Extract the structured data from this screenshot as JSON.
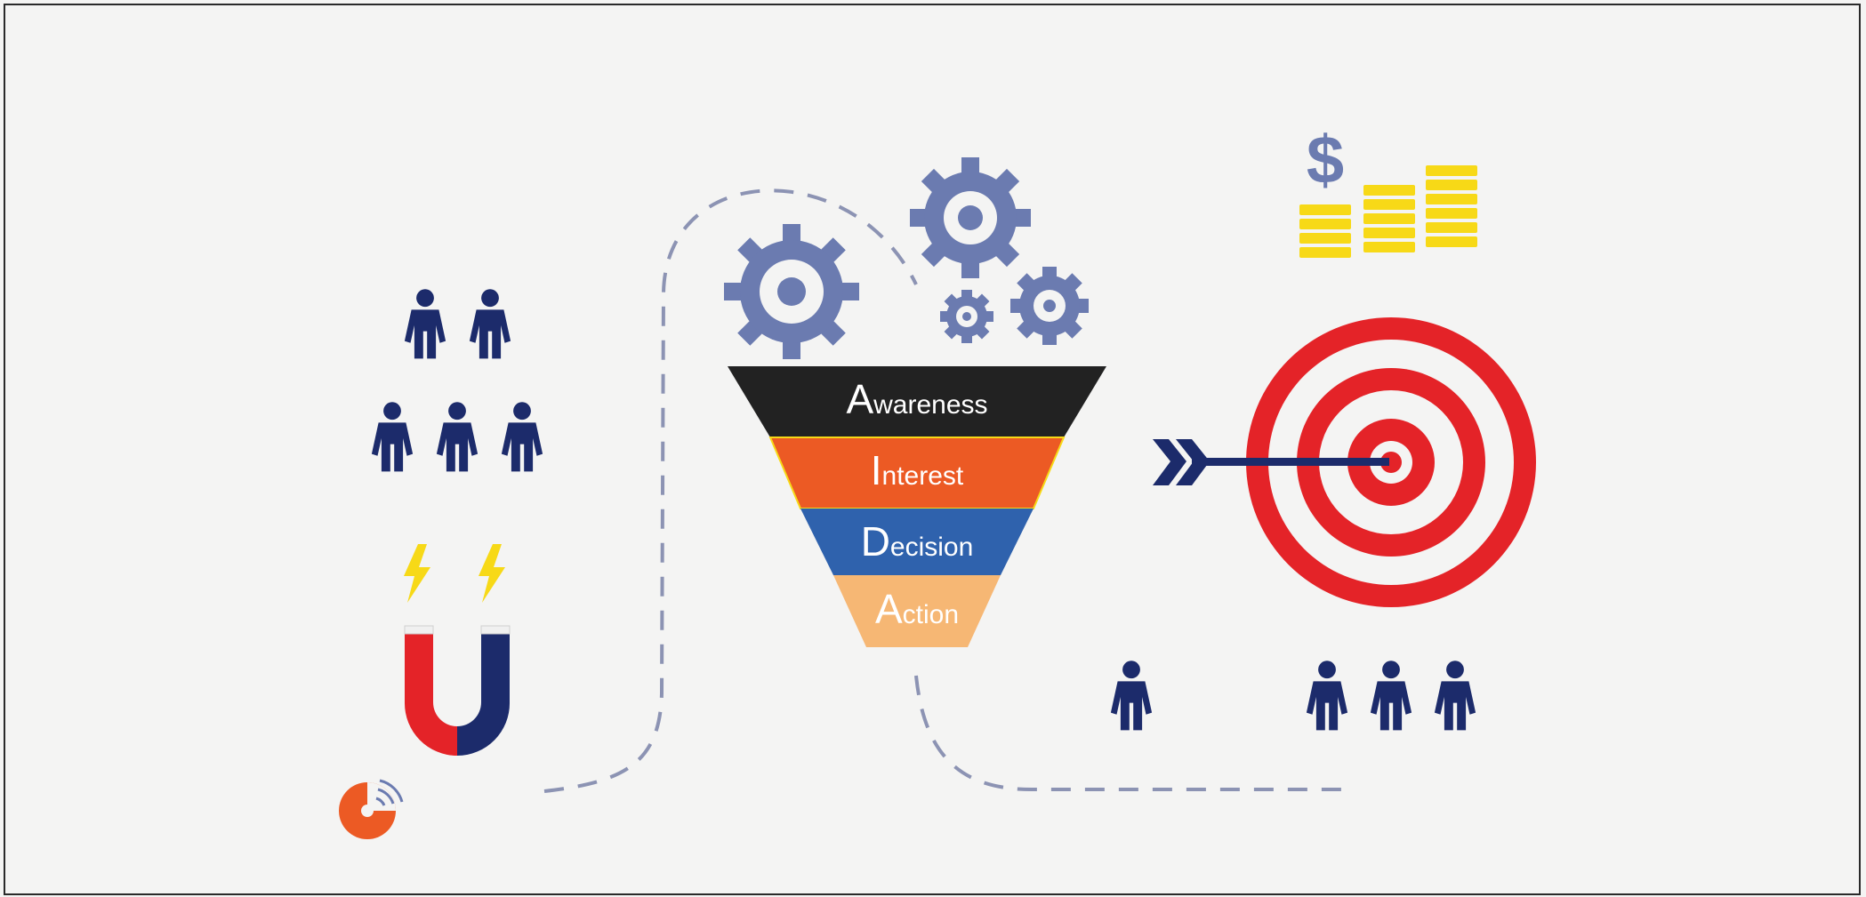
{
  "funnel": {
    "stages": [
      {
        "label": "Awareness",
        "color": "#222222"
      },
      {
        "label": "Interest",
        "color": "#ec5a24"
      },
      {
        "label": "Decision",
        "color": "#2f62ad"
      },
      {
        "label": "Action",
        "color": "#f6b774"
      }
    ]
  },
  "icons": {
    "gear": "gear-icon",
    "person": "person-icon",
    "magnet": "magnet-icon",
    "lightning": "lightning-bolt-icon",
    "dollar": "dollar-sign-icon",
    "coins": "coin-stack-icon",
    "target": "target-icon",
    "arrow": "arrow-icon",
    "broadcast": "broadcast-icon"
  },
  "colors": {
    "navy": "#1c2b6b",
    "gear": "#6b7bb0",
    "red": "#e42328",
    "gold": "#f7d917",
    "dash": "#8c93b3"
  }
}
